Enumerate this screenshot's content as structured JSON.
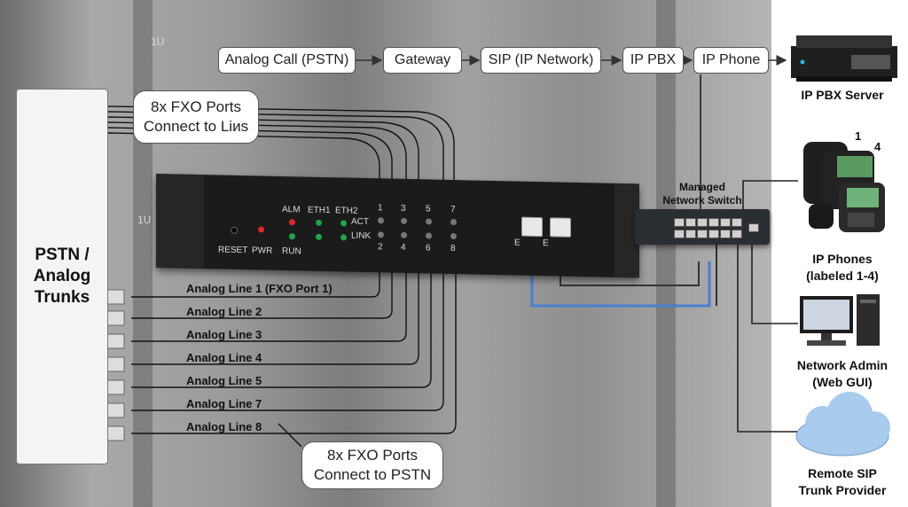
{
  "flow": [
    "Analog Call (PSTN)",
    "Gateway",
    "SIP (IP Network)",
    "IP PBX",
    "IP Phone"
  ],
  "rack_units": [
    "1U",
    "1U"
  ],
  "callouts": {
    "top": [
      "8x FXO Ports",
      "Connect to Liиs"
    ],
    "bottom": [
      "8x FXO Ports",
      "Connect to PSTN"
    ]
  },
  "pstn": [
    "PSTN /",
    "Analog",
    "Trunks"
  ],
  "lines": [
    "Analog Line 1 (FXO Port 1)",
    "Analog Line 2",
    "Analog Line 3",
    "Analog Line 4",
    "Analog Line 5",
    "Analog Line 7",
    "Analog Line 8"
  ],
  "device": {
    "indicators": [
      "ALM",
      "ETH1",
      "ETH2"
    ],
    "labels": [
      "RESET",
      "PWR",
      "RUN",
      "ACT",
      "LINK"
    ],
    "ports_top": [
      "1",
      "3",
      "5",
      "7"
    ],
    "ports_bottom": [
      "2",
      "4",
      "6",
      "8"
    ],
    "eth_ports": [
      "E",
      "E"
    ]
  },
  "switch_label": [
    "Managed",
    "Network Switch"
  ],
  "right": {
    "server": "IP PBX Server",
    "phones": [
      "IP Phones",
      "(labeled 1-4)"
    ],
    "phone_numbers": [
      "1",
      "4"
    ],
    "admin": [
      "Network Admin",
      "(Web GUI)"
    ],
    "sip": [
      "Remote SIP",
      "Trunk Provider"
    ]
  },
  "colors": {
    "background": "#8d8d8d",
    "device": "#1b1b1b",
    "blue_cable": "#4a7fd0",
    "led_red": "#e0262b",
    "led_green": "#1fa64a",
    "cloud": "#a9cbee"
  }
}
